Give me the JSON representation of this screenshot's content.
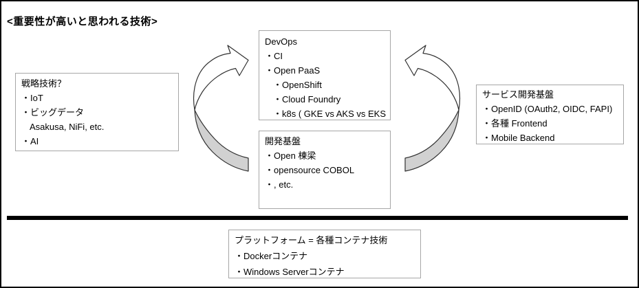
{
  "page": {
    "title": "<重要性が高いと思われる技術>"
  },
  "colors": {
    "frame_border": "#000000",
    "box_border": "#a6a6a6",
    "divider": "#000000",
    "arrow_fill_shaded": "#d1d1d1",
    "arrow_fill_light": "#ffffff",
    "arrow_outline": "#303030",
    "text": "#000000"
  },
  "icons": {
    "left_arrow": "curved-cycle-arrow-pointing-right-up",
    "right_arrow": "curved-cycle-arrow-pointing-left-up"
  },
  "boxes": {
    "strategy": {
      "title": "戦略技術？",
      "lines": [
        {
          "text": "・IoT",
          "indent": 0
        },
        {
          "text": "・ビッグデータ",
          "indent": 0
        },
        {
          "text": "Asakusa, NiFi, etc.",
          "indent": 1
        },
        {
          "text": "・AI",
          "indent": 0
        }
      ]
    },
    "devops": {
      "title": "DevOps",
      "lines": [
        {
          "text": "・CI",
          "indent": 0
        },
        {
          "text": "・Open PaaS",
          "indent": 0
        },
        {
          "text": "・OpenShift",
          "indent": 1
        },
        {
          "text": "・Cloud Foundry",
          "indent": 1
        },
        {
          "text": "・k8s ( GKE vs AKS vs EKS",
          "indent": 1
        }
      ]
    },
    "dev_platform": {
      "title": "開発基盤",
      "lines": [
        {
          "text": "・Open 棟梁",
          "indent": 0
        },
        {
          "text": "・opensource COBOL",
          "indent": 0
        },
        {
          "text": "・, etc.",
          "indent": 0
        }
      ]
    },
    "service_platform": {
      "title": "サービス開発基盤",
      "lines": [
        {
          "text": "・OpenID (OAuth2, OIDC, FAPI)",
          "indent": 0
        },
        {
          "text": "・各種 Frontend",
          "indent": 0
        },
        {
          "text": "・Mobile Backend",
          "indent": 0
        }
      ]
    },
    "container_platform": {
      "title": "プラットフォーム = 各種コンテナ技術",
      "lines": [
        {
          "text": "・Dockerコンテナ",
          "indent": 0
        },
        {
          "text": "・Windows Serverコンテナ",
          "indent": 0
        }
      ]
    }
  }
}
